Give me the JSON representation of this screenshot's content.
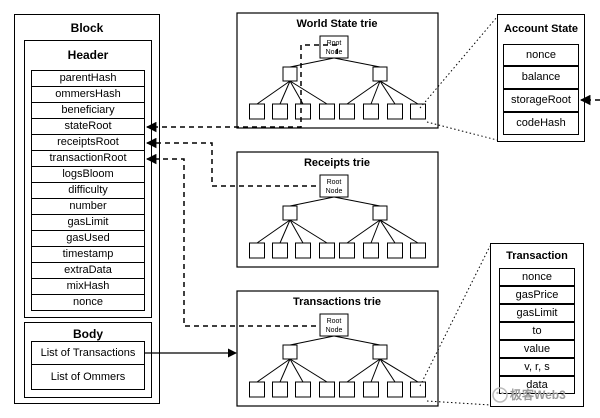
{
  "block": {
    "title": "Block",
    "header": {
      "title": "Header",
      "fields": [
        "parentHash",
        "ommersHash",
        "beneficiary",
        "stateRoot",
        "receiptsRoot",
        "transactionRoot",
        "logsBloom",
        "difficulty",
        "number",
        "gasLimit",
        "gasUsed",
        "timestamp",
        "extraData",
        "mixHash",
        "nonce"
      ]
    },
    "body": {
      "title": "Body",
      "items": [
        "List of Transactions",
        "List of Ommers"
      ]
    }
  },
  "tries": [
    {
      "title": "World State trie",
      "root_label_1": "Root",
      "root_label_2": "Node"
    },
    {
      "title": "Receipts trie",
      "root_label_1": "Root",
      "root_label_2": "Node"
    },
    {
      "title": "Transactions trie",
      "root_label_1": "Root",
      "root_label_2": "Node"
    }
  ],
  "account_state": {
    "title": "Account State",
    "fields": [
      "nonce",
      "balance",
      "storageRoot",
      "codeHash"
    ]
  },
  "transaction": {
    "title": "Transaction",
    "fields": [
      "nonce",
      "gasPrice",
      "gasLimit",
      "to",
      "value",
      "v, r, s",
      "data"
    ]
  },
  "watermark": "极客Web3"
}
